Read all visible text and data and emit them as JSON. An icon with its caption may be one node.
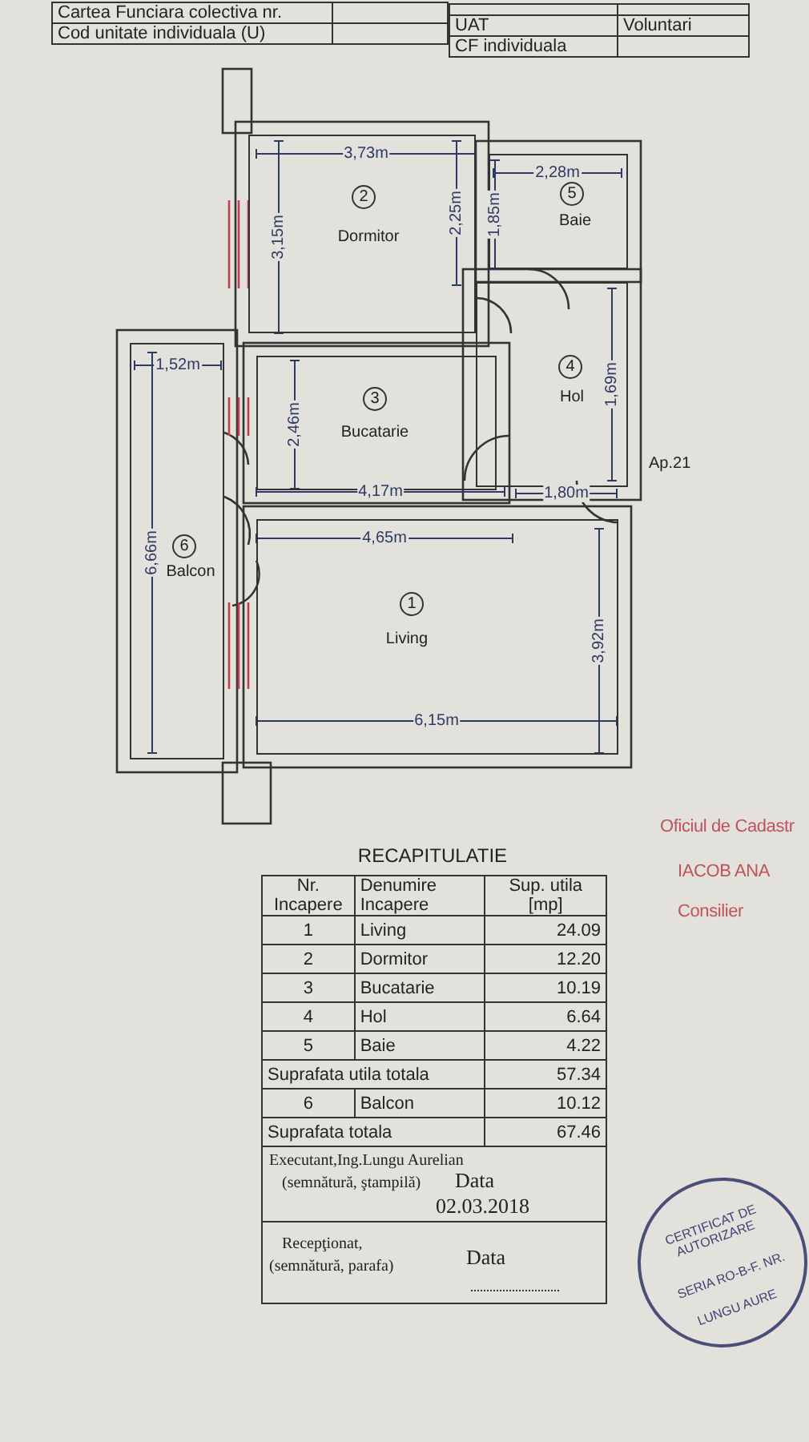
{
  "diagram": {
    "title": "RECAPITULATIE",
    "nodes": [
      {
        "text": [
          "2",
          "Dormitor"
        ]
      },
      {
        "text": [
          "5",
          "Baie"
        ]
      },
      {
        "text": [
          "4",
          "Hol"
        ]
      },
      {
        "text": [
          "3",
          "Bucatarie"
        ]
      },
      {
        "text": [
          "6",
          "Balcon"
        ]
      },
      {
        "text": [
          "1",
          "Living"
        ]
      }
    ],
    "labels": [
      "Cartea Funciara colectiva nr.",
      "Cod unitate individuala (U)",
      "UAT",
      "Voluntari",
      "CF individuala",
      "3,73m",
      "2,28m",
      "1,85m",
      "3,15m",
      "2,25m",
      "1,52m",
      "2,46m",
      "1,69m",
      "Ap.21",
      "4,17m",
      "1,80m",
      "4,65m",
      "6,66m",
      "3,92m",
      "6,15m",
      "Nr. Incapere",
      "Denumire Incapere",
      "Sup. utila [mp]",
      "1",
      "Living",
      "24.09",
      "2",
      "Dormitor",
      "12.20",
      "3",
      "Bucatarie",
      "10.19",
      "4",
      "Hol",
      "6.64",
      "5",
      "Baie",
      "4.22",
      "Suprafata utila totala",
      "57.34",
      "6",
      "Balcon",
      "10.12",
      "Suprafata totala",
      "67.46",
      "Executant,Ing.Lungu Aurelian",
      "(semnătură, ştampilă)",
      "Data",
      "02.03.2018",
      "Recepţionat,",
      "(semnătură, parafa)",
      "Data",
      "Oficiul de Cadastr",
      "IACOB ANA",
      "Consilier",
      "CERTIFICAT DE AUTORIZARE",
      "SERIA RO-B-F. NR.",
      "LUNGU AURE"
    ]
  }
}
